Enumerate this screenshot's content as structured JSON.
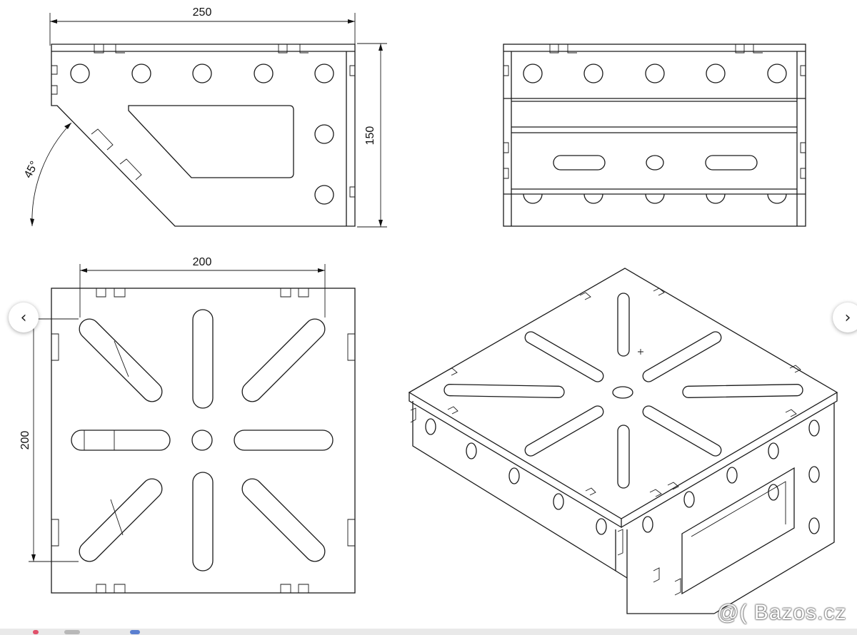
{
  "drawing": {
    "dimensions": {
      "width_top": "250",
      "height_side": "150",
      "angle": "45°",
      "width_plan": "200",
      "height_plan": "200"
    }
  },
  "navigation": {
    "prev_icon": "chevron-left-icon",
    "next_icon": "chevron-right-icon",
    "prev_glyph": "‹",
    "next_glyph": "›"
  },
  "watermark": {
    "text": "@( Bazos.cz"
  },
  "colors": {
    "line": "#1a1a1a",
    "background": "#ffffff",
    "strip": "#e9e9e9"
  }
}
